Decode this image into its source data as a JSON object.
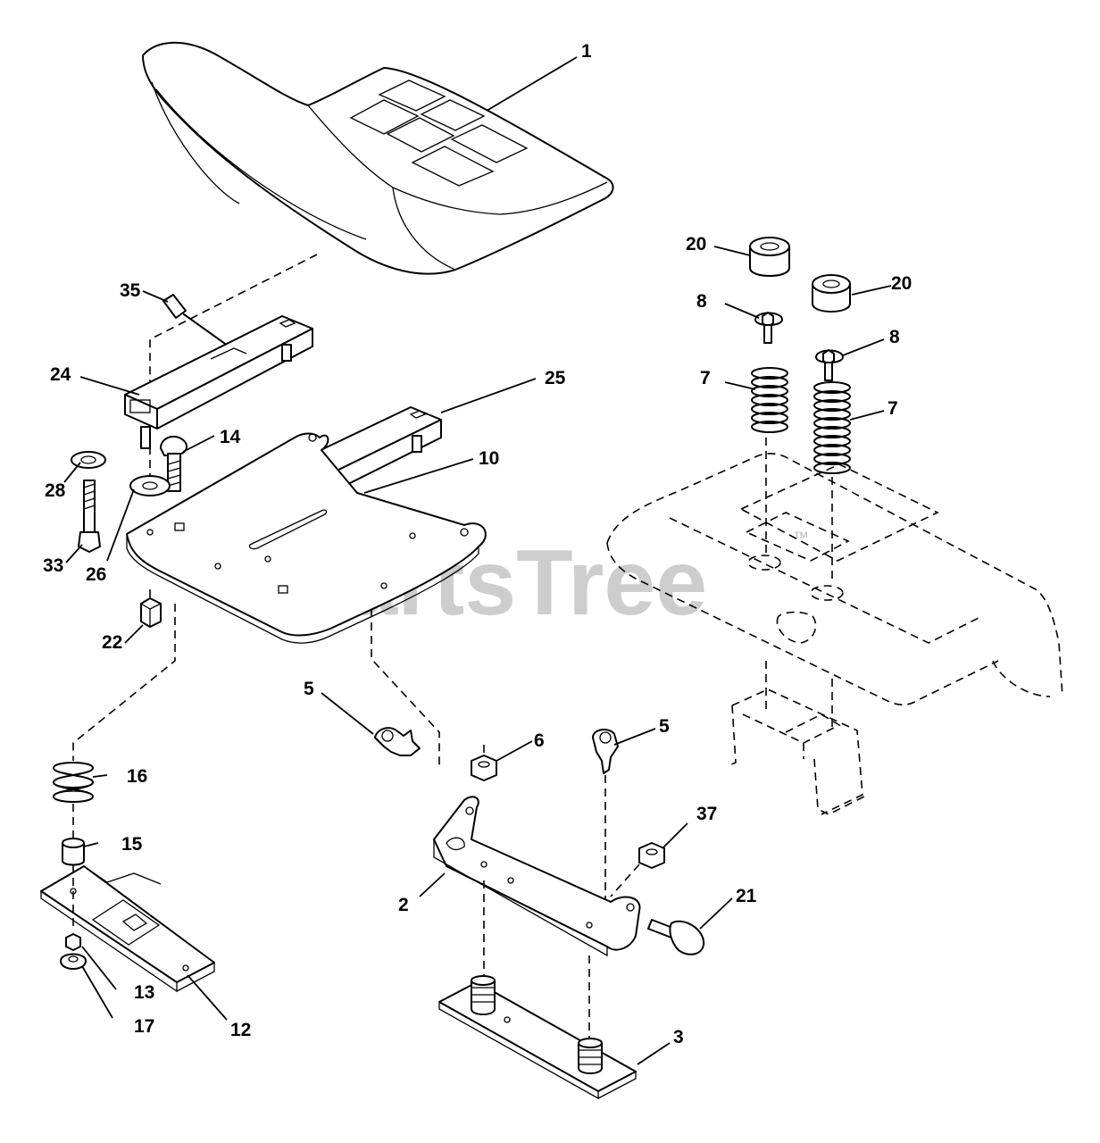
{
  "watermark": {
    "text": "PartsTree",
    "trademark": "™"
  },
  "callouts": {
    "c1": "1",
    "c2": "2",
    "c3": "3",
    "c5a": "5",
    "c5b": "5",
    "c6": "6",
    "c7a": "7",
    "c7b": "7",
    "c8a": "8",
    "c8b": "8",
    "c10": "10",
    "c12": "12",
    "c13": "13",
    "c14": "14",
    "c15": "15",
    "c16": "16",
    "c17": "17",
    "c20a": "20",
    "c20b": "20",
    "c21": "21",
    "c22": "22",
    "c24": "24",
    "c25": "25",
    "c26": "26",
    "c28": "28",
    "c33": "33",
    "c35": "35",
    "c37": "37"
  }
}
